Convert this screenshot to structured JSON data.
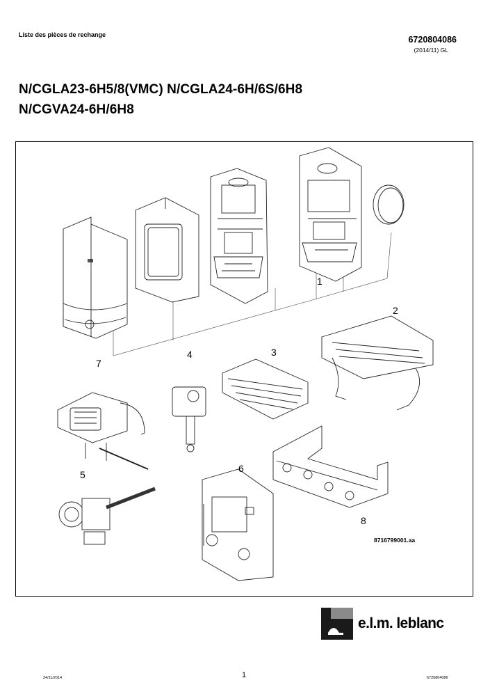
{
  "header": {
    "doc_type": "Liste des pièces de rechange",
    "doc_number": "6720804086",
    "doc_edition": "(2014/11) GL"
  },
  "titles": {
    "line1": "N/CGLA23-6H5/8(VMC) N/CGLA24-6H/6S/6H8",
    "line2": "N/CGVA24-6H/6H8"
  },
  "diagram": {
    "callouts": [
      "1",
      "2",
      "3",
      "4",
      "5",
      "6",
      "7",
      "8"
    ],
    "reference_code": "8716799001.aa"
  },
  "footer": {
    "date": "24/11/2014",
    "page": "1",
    "doc_number": "6720804086"
  },
  "brand": {
    "name": "e.l.m. leblanc",
    "colors": {
      "logo_dark": "#1a1a1a",
      "logo_grey": "#8a8a8a"
    }
  }
}
